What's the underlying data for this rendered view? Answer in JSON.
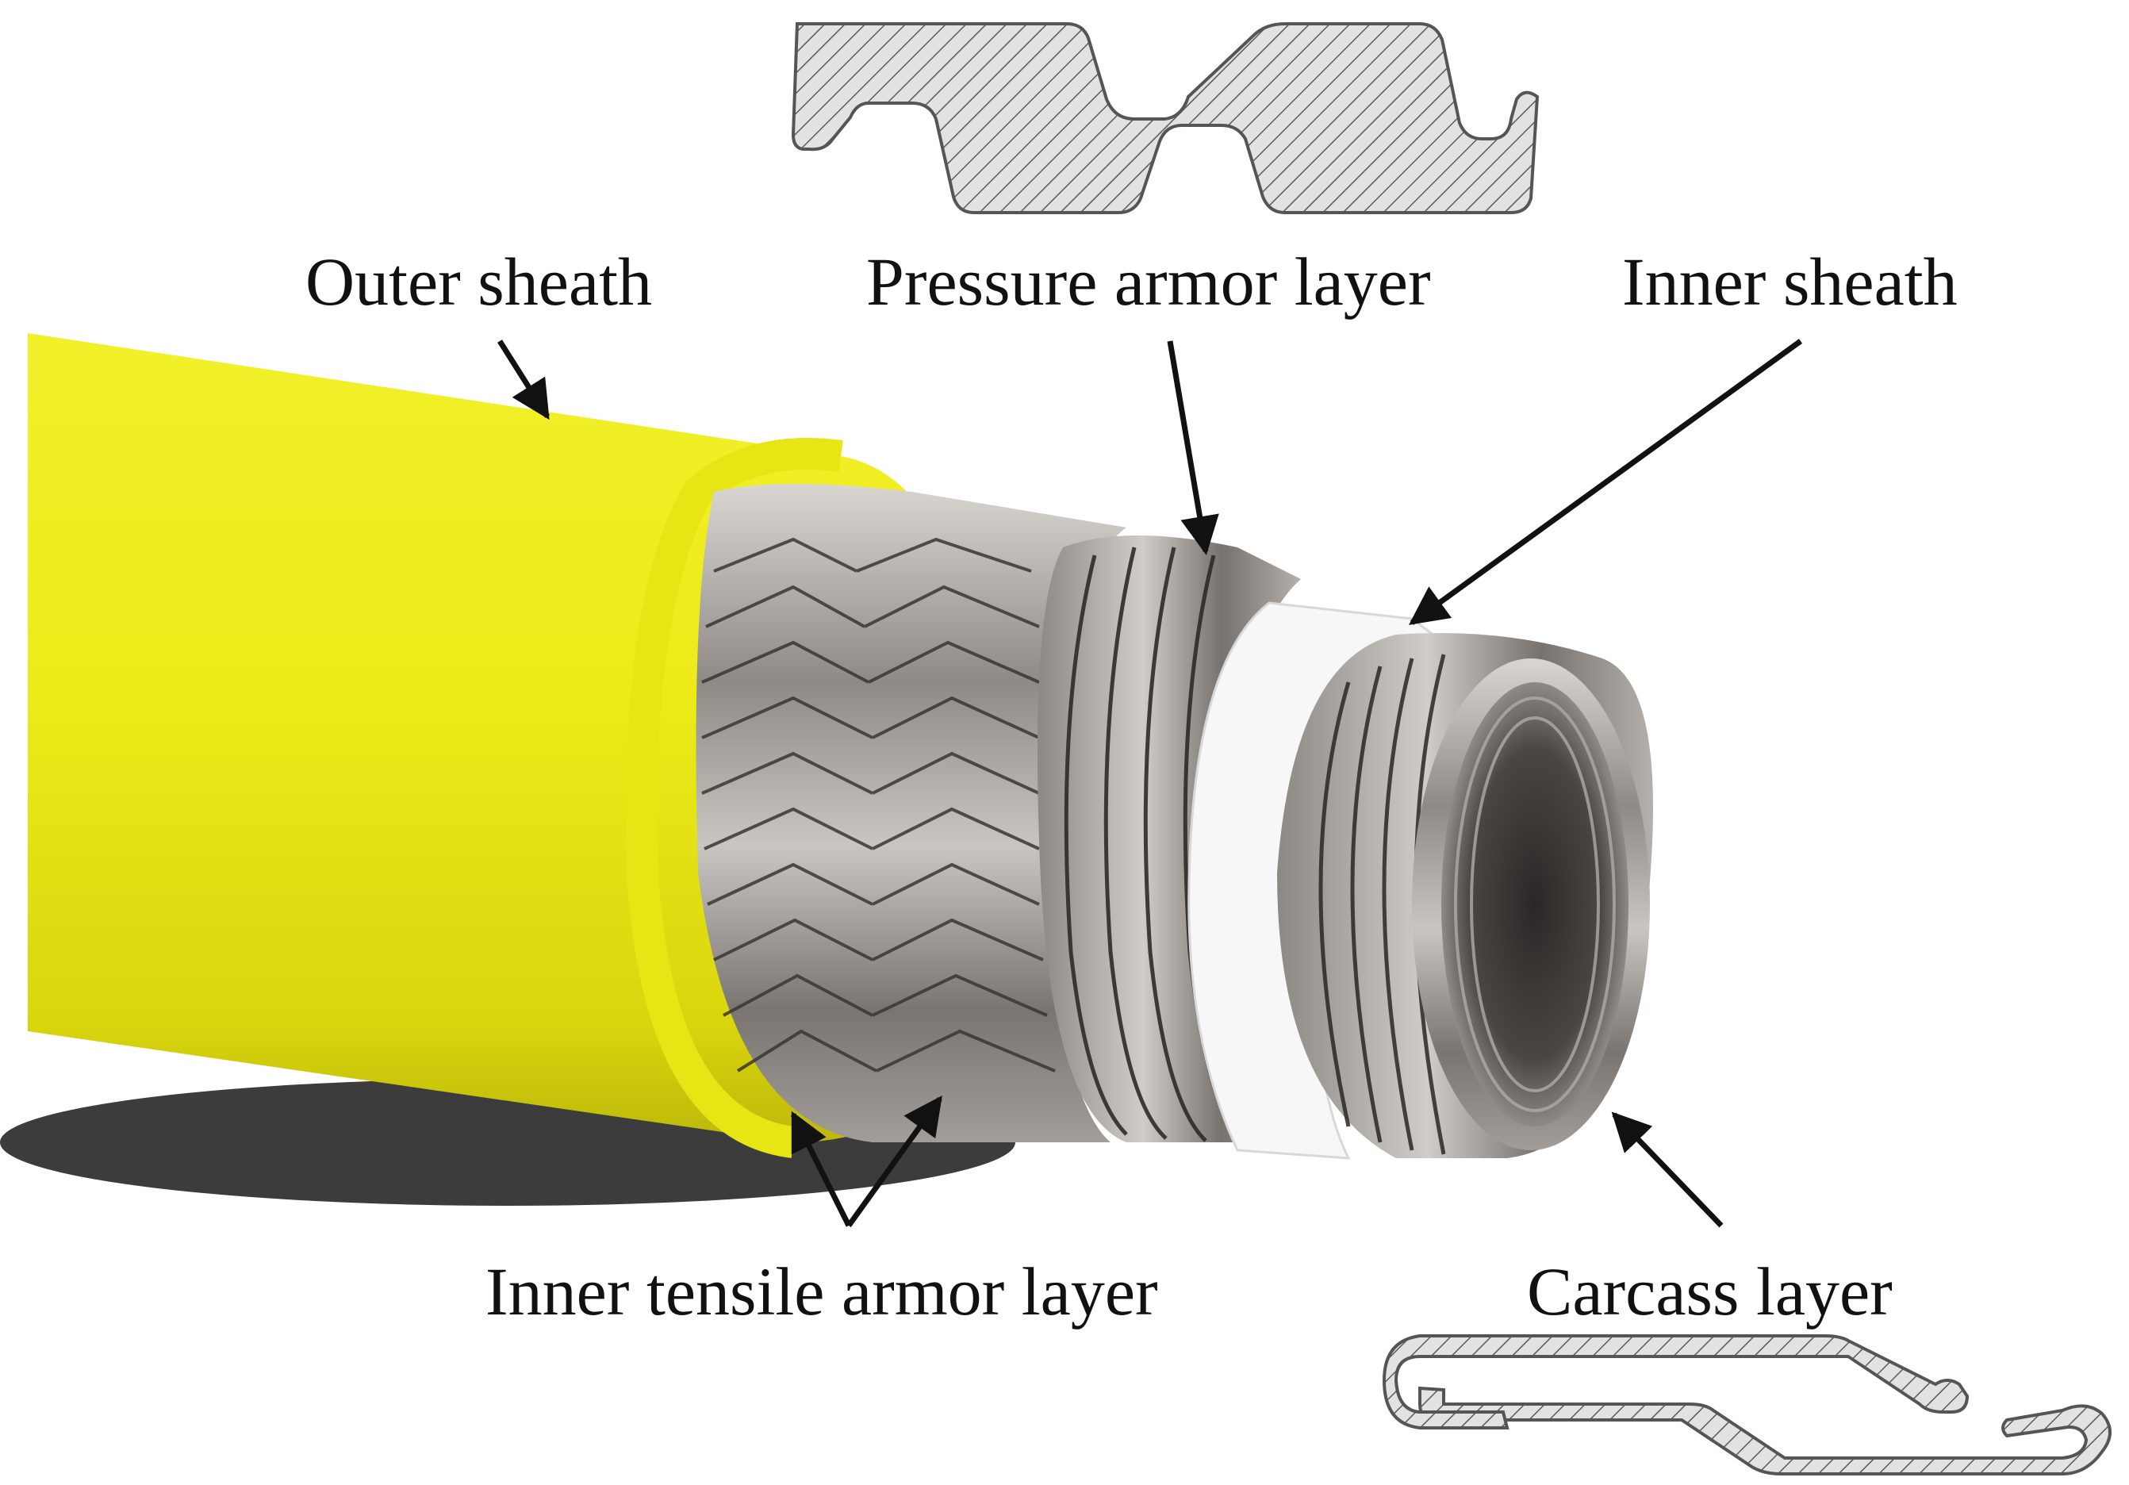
{
  "labels": {
    "outer_sheath": "Outer sheath",
    "pressure_armor": "Pressure armor layer",
    "inner_sheath": "Inner sheath",
    "inner_tensile_armor": "Inner tensile armor layer",
    "carcass": "Carcass layer"
  },
  "colors": {
    "outer_sheath": "#ecea16",
    "steel": "#9d9894",
    "inner_sheath": "#f7f7f7",
    "hatch": "#555555",
    "profile_fill": "#d9d9d9",
    "text": "#111111"
  }
}
